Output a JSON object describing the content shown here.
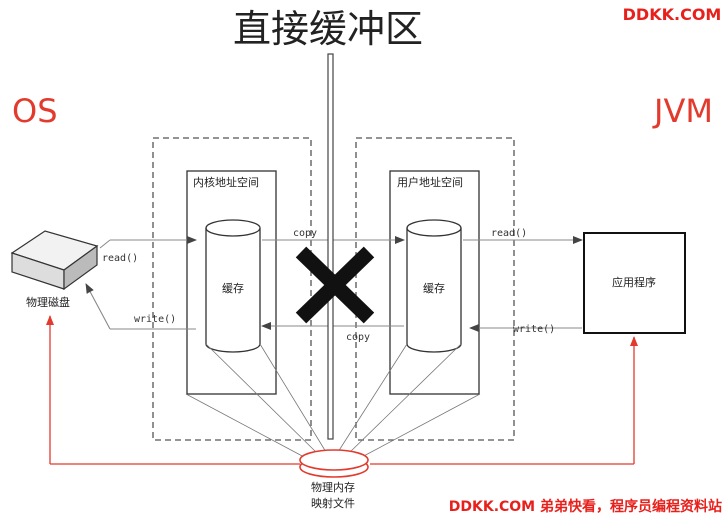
{
  "title": "直接缓冲区",
  "watermark_top": "DDKK.COM",
  "watermark_bottom": "DDKK.COM 弟弟快看，程序员编程资料站",
  "side_labels": {
    "left": "OS",
    "right": "JVM"
  },
  "kernel_space_label": "内核地址空间",
  "user_space_label": "用户地址空间",
  "kernel_buffer_label": "缓存",
  "user_buffer_label": "缓存",
  "disk_label": "物理磁盘",
  "app_label": "应用程序",
  "mapped_file_label": [
    "物理内存",
    "映射文件"
  ],
  "arrows": {
    "read_disk": "read()",
    "write_disk": "write()",
    "copy_top": "copy",
    "copy_bottom": "copy",
    "read_app": "read()",
    "write_app": "write()"
  },
  "colors": {
    "accent_red": "#e23b2e",
    "cross": "#111111",
    "watermark": "#e8201c"
  }
}
